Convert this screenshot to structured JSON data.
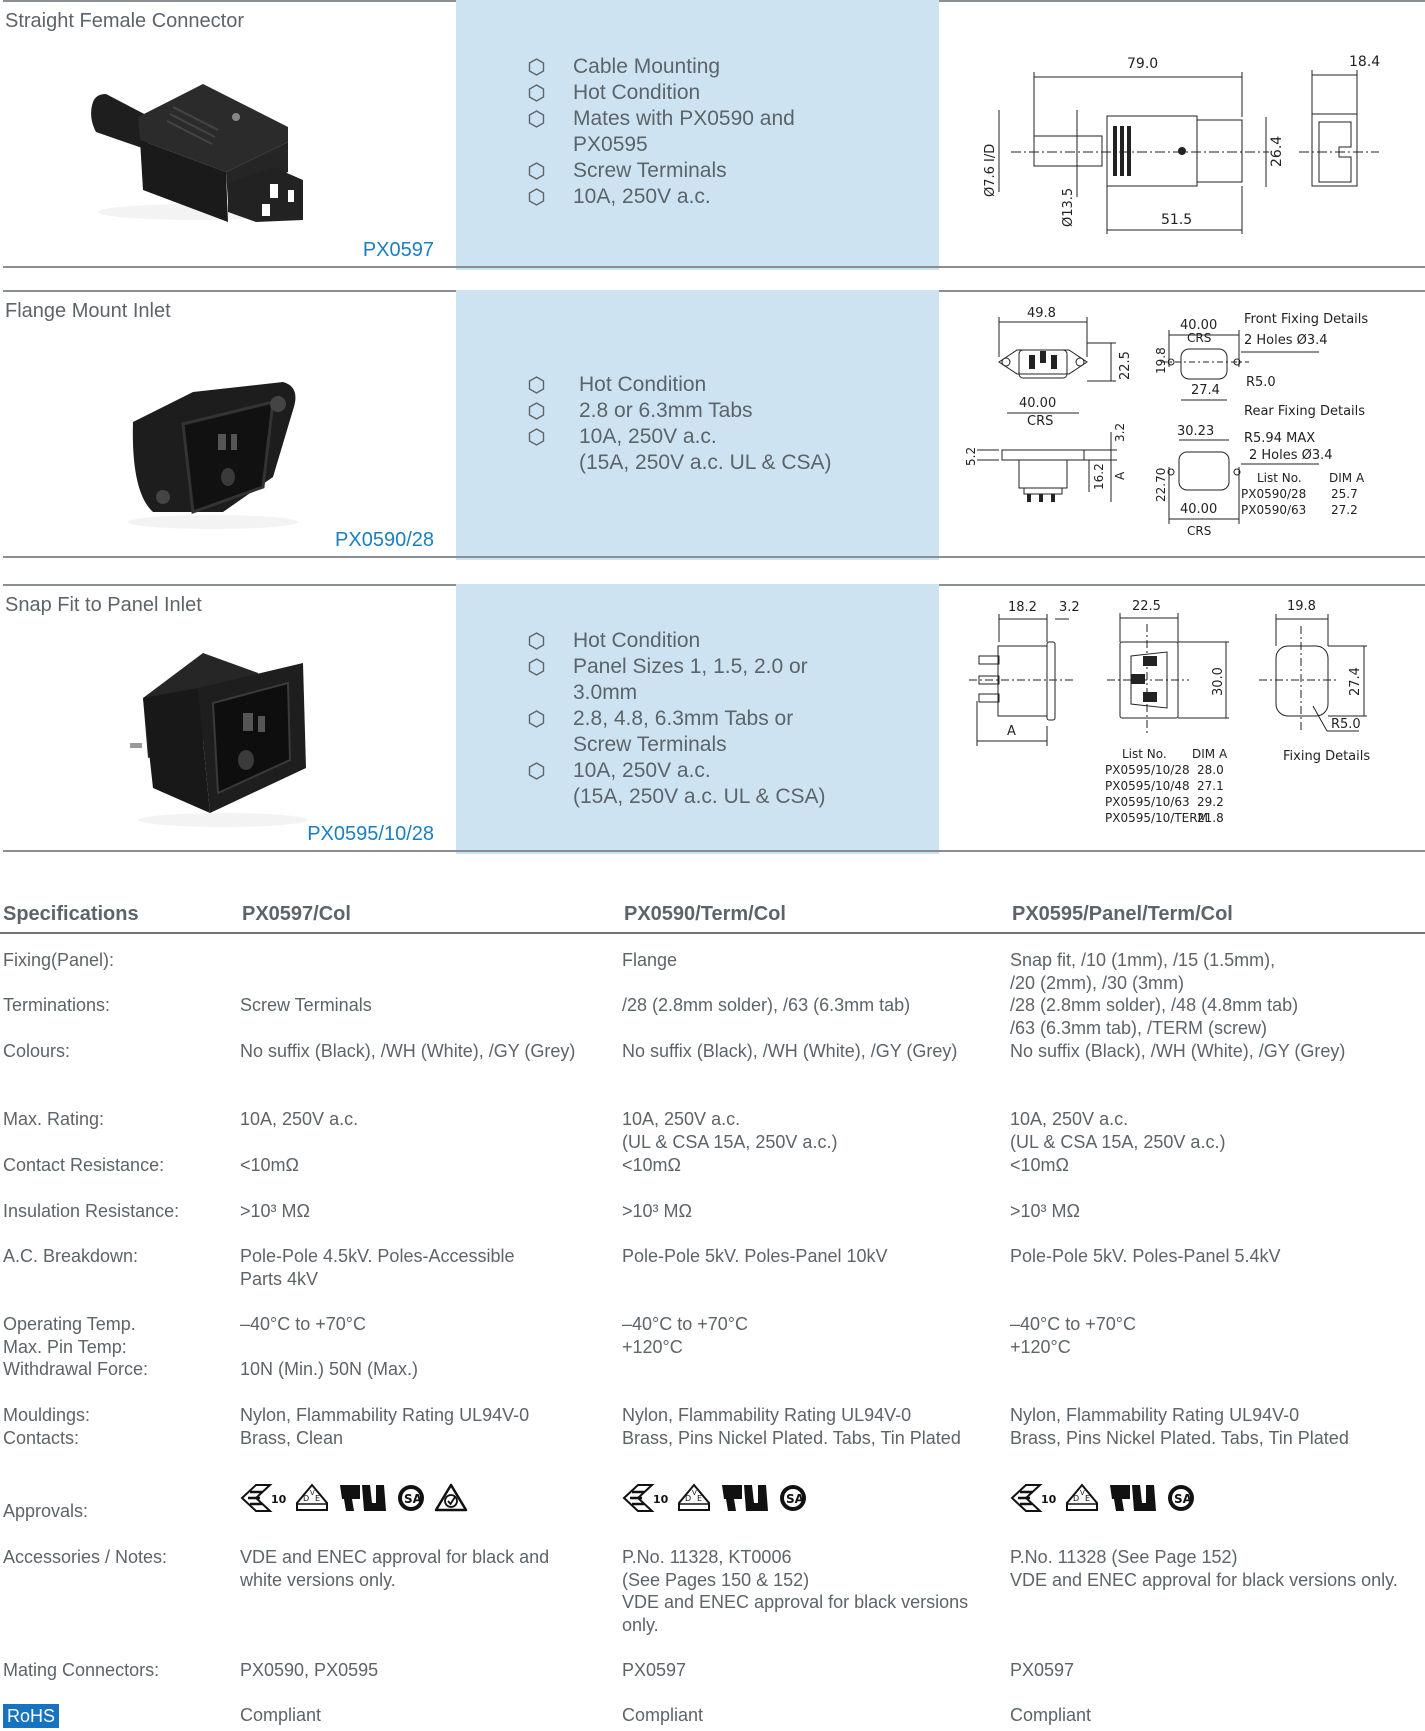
{
  "products": [
    {
      "title": "Straight Female Connector",
      "code": "PX0597",
      "features": [
        "Cable Mounting",
        "Hot Condition",
        "Mates with PX0590 and\nPX0595",
        "Screw Terminals",
        "10A, 250V a.c."
      ],
      "drawing": {
        "dims": [
          "79.0",
          "18.4",
          "Ø7.6 I/D",
          "Ø13.5",
          "26.4",
          "51.5"
        ]
      }
    },
    {
      "title": "Flange Mount Inlet",
      "code": "PX0590/28",
      "features": [
        "Hot Condition",
        "2.8 or 6.3mm Tabs",
        "10A, 250V a.c.\n(15A, 250V a.c. UL & CSA)"
      ],
      "drawing": {
        "dims": [
          "49.8",
          "22.5",
          "40.00",
          "CRS",
          "5.2",
          "3.2",
          "16.2",
          "A",
          "40.00",
          "CRS",
          "19.8",
          "27.4",
          "R5.0",
          "30.23",
          "22.70",
          "R5.94 MAX",
          "40.00",
          "CRS"
        ],
        "front_fixing": "Front Fixing Details",
        "front_holes": "2 Holes Ø3.4",
        "rear_fixing": "Rear Fixing Details",
        "rear_holes": "2 Holes Ø3.4",
        "list_header": [
          "List No.",
          "DIM A"
        ],
        "list_rows": [
          [
            "PX0590/28",
            "25.7"
          ],
          [
            "PX0590/63",
            "27.2"
          ]
        ]
      }
    },
    {
      "title": "Snap Fit to Panel Inlet",
      "code": "PX0595/10/28",
      "features": [
        "Hot Condition",
        "Panel Sizes 1, 1.5, 2.0 or\n3.0mm",
        "2.8, 4.8, 6.3mm Tabs or\nScrew Terminals",
        "10A, 250V a.c.\n(15A, 250V a.c. UL & CSA)"
      ],
      "drawing": {
        "dims": [
          "18.2",
          "3.2",
          "A",
          "22.5",
          "30.0",
          "19.8",
          "27.4",
          "R5.0"
        ],
        "fixing": "Fixing Details",
        "list_header": [
          "List No.",
          "DIM A"
        ],
        "list_rows": [
          [
            "PX0595/10/28",
            "28.0"
          ],
          [
            "PX0595/10/48",
            "27.1"
          ],
          [
            "PX0595/10/63",
            "29.2"
          ],
          [
            "PX0595/10/TERM",
            "21.8"
          ]
        ]
      }
    }
  ],
  "specs": {
    "header": [
      "Specifications",
      "PX0597/Col",
      "PX0590/Term/Col",
      "PX0595/Panel/Term/Col"
    ],
    "rows": [
      {
        "label": "Fixing(Panel):",
        "values": [
          "",
          "Flange",
          "Snap fit, /10 (1mm), /15 (1.5mm),\n/20 (2mm), /30 (3mm)"
        ]
      },
      {
        "label": "Terminations:",
        "values": [
          "Screw Terminals",
          "/28 (2.8mm solder), /63 (6.3mm tab)",
          "/28 (2.8mm solder), /48 (4.8mm tab)\n/63 (6.3mm tab), /TERM (screw)"
        ]
      },
      {
        "label": "Colours:",
        "values": [
          "No suffix (Black), /WH (White), /GY (Grey)",
          "No suffix (Black), /WH (White), /GY (Grey)",
          "No suffix (Black), /WH (White), /GY (Grey)"
        ]
      },
      {
        "label": "Max. Rating:",
        "values": [
          "10A, 250V a.c.",
          "10A, 250V a.c.\n(UL & CSA 15A, 250V a.c.)",
          "10A, 250V a.c.\n(UL & CSA 15A, 250V a.c.)"
        ]
      },
      {
        "label": "Contact Resistance:",
        "values": [
          "<10mΩ",
          "<10mΩ",
          "<10mΩ"
        ]
      },
      {
        "label": "Insulation Resistance:",
        "values": [
          ">10³ MΩ",
          ">10³ MΩ",
          ">10³ MΩ"
        ]
      },
      {
        "label": "A.C. Breakdown:",
        "values": [
          "Pole-Pole 4.5kV. Poles-Accessible\nParts 4kV",
          "Pole-Pole 5kV. Poles-Panel 10kV",
          "Pole-Pole 5kV. Poles-Panel 5.4kV"
        ]
      },
      {
        "label": "Operating Temp.\nMax. Pin Temp:\nWithdrawal Force:",
        "values": [
          "–40°C to +70°C\n\n10N (Min.) 50N (Max.)",
          "–40°C to +70°C\n+120°C",
          "–40°C to +70°C\n+120°C"
        ]
      },
      {
        "label": "Mouldings:\nContacts:",
        "values": [
          "Nylon, Flammability Rating UL94V-0\nBrass, Clean",
          "Nylon, Flammability Rating UL94V-0\nBrass, Pins Nickel Plated. Tabs, Tin Plated",
          "Nylon, Flammability Rating UL94V-0\nBrass, Pins Nickel Plated. Tabs, Tin Plated"
        ]
      },
      {
        "label": "Approvals:",
        "values": [
          [
            "ENEC 10",
            "VDE",
            "UR",
            "CSA",
            "RCM"
          ],
          [
            "ENEC 10",
            "VDE",
            "UR",
            "CSA"
          ],
          [
            "ENEC 10",
            "VDE",
            "UR",
            "CSA"
          ]
        ]
      },
      {
        "label": "Accessories / Notes:",
        "values": [
          "VDE and ENEC approval for black and\nwhite versions only.",
          "P.No. 11328, KT0006\n(See Pages 150 & 152)\nVDE and ENEC approval for black versions\nonly.",
          "P.No. 11328 (See Page 152)\nVDE and ENEC approval for black versions only."
        ]
      },
      {
        "label": "Mating Connectors:",
        "values": [
          "PX0590, PX0595",
          "PX0597",
          "PX0597"
        ]
      },
      {
        "label": "RoHS",
        "values": [
          "Compliant",
          "Compliant",
          "Compliant"
        ]
      }
    ]
  },
  "colors": {
    "accent_blue": "#1a7fc1",
    "feature_bg": "#cde3f2",
    "rohs_bg": "#1673bf",
    "text": "#5d6469"
  }
}
